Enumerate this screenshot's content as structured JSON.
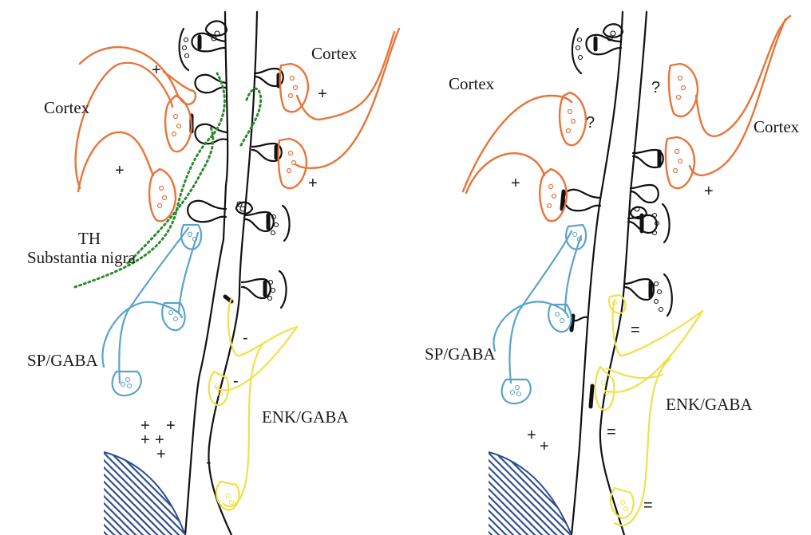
{
  "colors": {
    "cortex": "#e8743b",
    "sp_gaba": "#5ba3c9",
    "enk_gaba": "#f0e04a",
    "th": "#2e8b2e",
    "hatch": "#2f4f8f",
    "ink": "#111111"
  },
  "left_panel": {
    "cortex_upper": "Cortex",
    "cortex_lower": "Cortex",
    "th_line1": "TH",
    "th_line2": "Substantia nigra",
    "sp_gaba": "SP/GABA",
    "enk_gaba": "ENK/GABA",
    "plus": "+",
    "minus": "-"
  },
  "right_panel": {
    "cortex_left": "Cortex",
    "cortex_right": "Cortex",
    "question": "?",
    "sp_gaba": "SP/GABA",
    "enk_gaba": "ENK/GABA",
    "plus": "+",
    "equals": "="
  }
}
